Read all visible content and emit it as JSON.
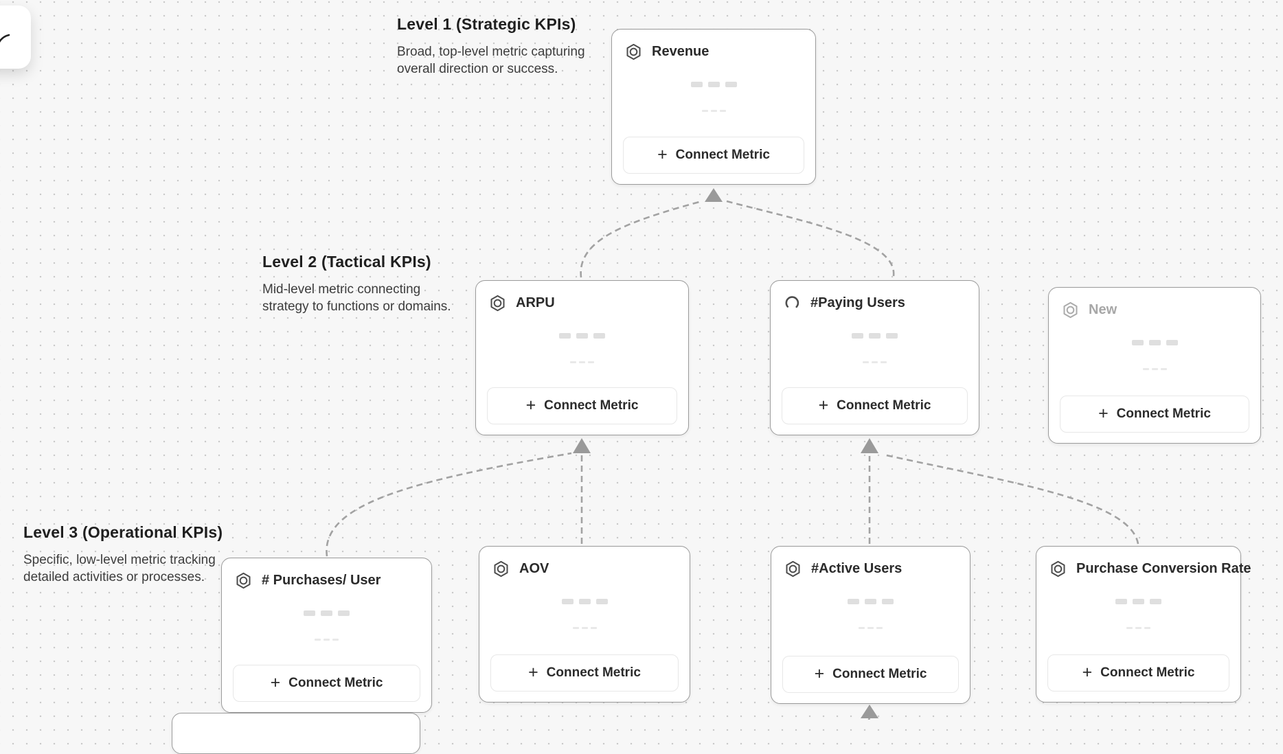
{
  "ui": {
    "connect_metric_label": "Connect Metric",
    "plus_glyph": "+"
  },
  "levels": [
    {
      "title": "Level 1 (Strategic KPIs)",
      "desc1": "Broad, top-level metric capturing",
      "desc2": "overall direction or success."
    },
    {
      "title": "Level 2 (Tactical KPIs)",
      "desc1": "Mid-level metric connecting",
      "desc2": "strategy to functions or domains."
    },
    {
      "title": "Level 3 (Operational KPIs)",
      "desc1": "Specific, low-level metric tracking",
      "desc2": "detailed activities or processes."
    }
  ],
  "cards": [
    {
      "id": "revenue",
      "title": "Revenue",
      "icon": "hexagon-metric",
      "level": 1,
      "state": "default"
    },
    {
      "id": "arpu",
      "title": "ARPU",
      "icon": "hexagon-metric",
      "level": 2,
      "state": "default"
    },
    {
      "id": "paying-users",
      "title": "#Paying Users",
      "icon": "spinner",
      "level": 2,
      "state": "loading"
    },
    {
      "id": "new",
      "title": "New",
      "icon": "hexagon-metric",
      "level": 2,
      "state": "draft"
    },
    {
      "id": "purchases-per-user",
      "title": "# Purchases/ User",
      "icon": "hexagon-metric",
      "level": 3,
      "state": "default"
    },
    {
      "id": "aov",
      "title": "AOV",
      "icon": "hexagon-metric",
      "level": 3,
      "state": "default"
    },
    {
      "id": "active-users",
      "title": "#Active Users",
      "icon": "hexagon-metric",
      "level": 3,
      "state": "default"
    },
    {
      "id": "purchase-conversion-rate",
      "title": "Purchase Conversion Rate",
      "icon": "hexagon-metric",
      "level": 3,
      "state": "default"
    }
  ],
  "connections": [
    {
      "from": "arpu",
      "to": "revenue"
    },
    {
      "from": "paying-users",
      "to": "revenue"
    },
    {
      "from": "purchases-per-user",
      "to": "arpu"
    },
    {
      "from": "aov",
      "to": "arpu"
    },
    {
      "from": "active-users",
      "to": "paying-users"
    },
    {
      "from": "purchase-conversion-rate",
      "to": "paying-users"
    },
    {
      "from": "offscreen-card-below",
      "to": "active-users"
    }
  ],
  "colors": {
    "canvas_bg": "#f7f7f7",
    "grid_dot": "#c9c9c9",
    "card_border": "#9b9b9b",
    "connector": "#a2a2a2",
    "muted_text": "#a7a7a7",
    "title_text": "#2b2b2b"
  }
}
